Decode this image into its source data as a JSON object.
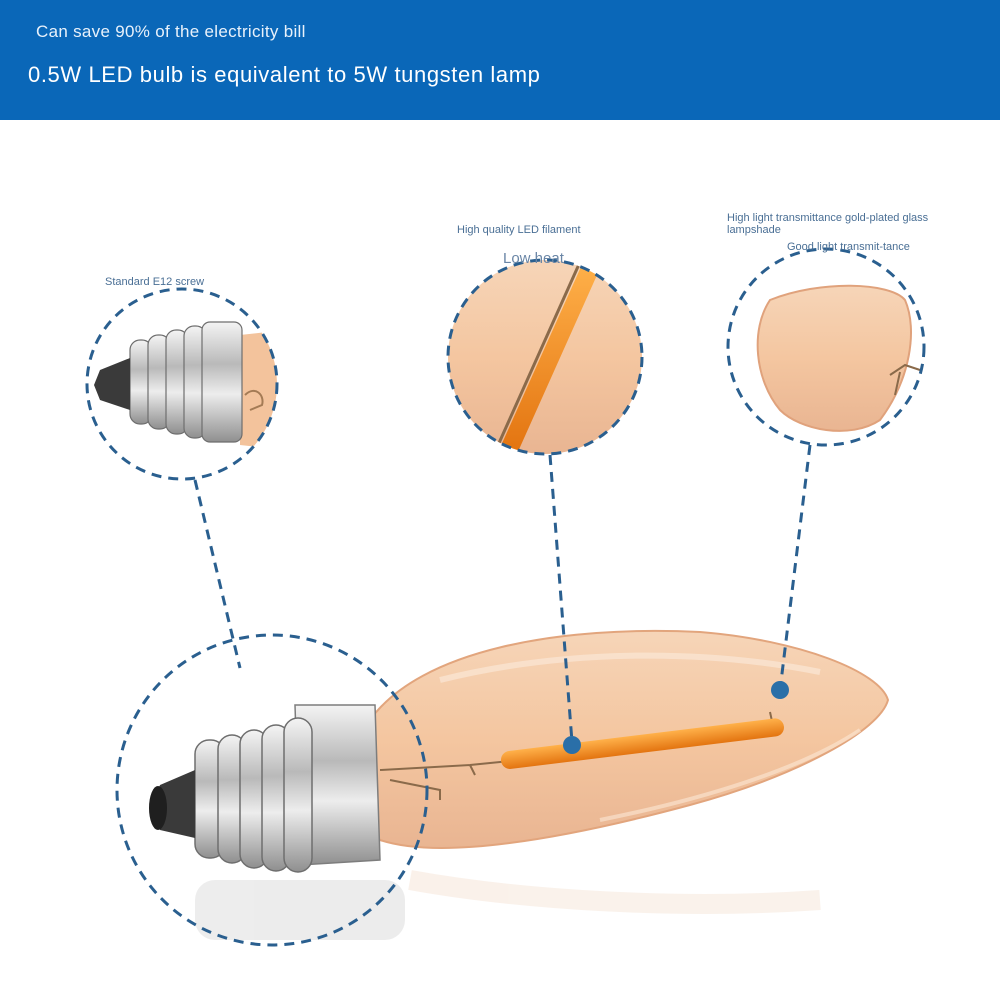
{
  "banner": {
    "subtitle": "Can save 90% of the electricity bill",
    "title": "0.5W LED bulb is equivalent to 5W tungsten lamp"
  },
  "callouts": {
    "screw": "Standard E12 screw",
    "filament": "High quality LED filament",
    "heat": "Low heat",
    "glass": "High light transmittance gold-plated glass lampshade",
    "transmit": "Good light transmit-tance"
  },
  "colors": {
    "banner": "#0a67b8",
    "dash": "#2a5f8f",
    "glass": "#f3c7a2",
    "filament": "#f08a18"
  }
}
